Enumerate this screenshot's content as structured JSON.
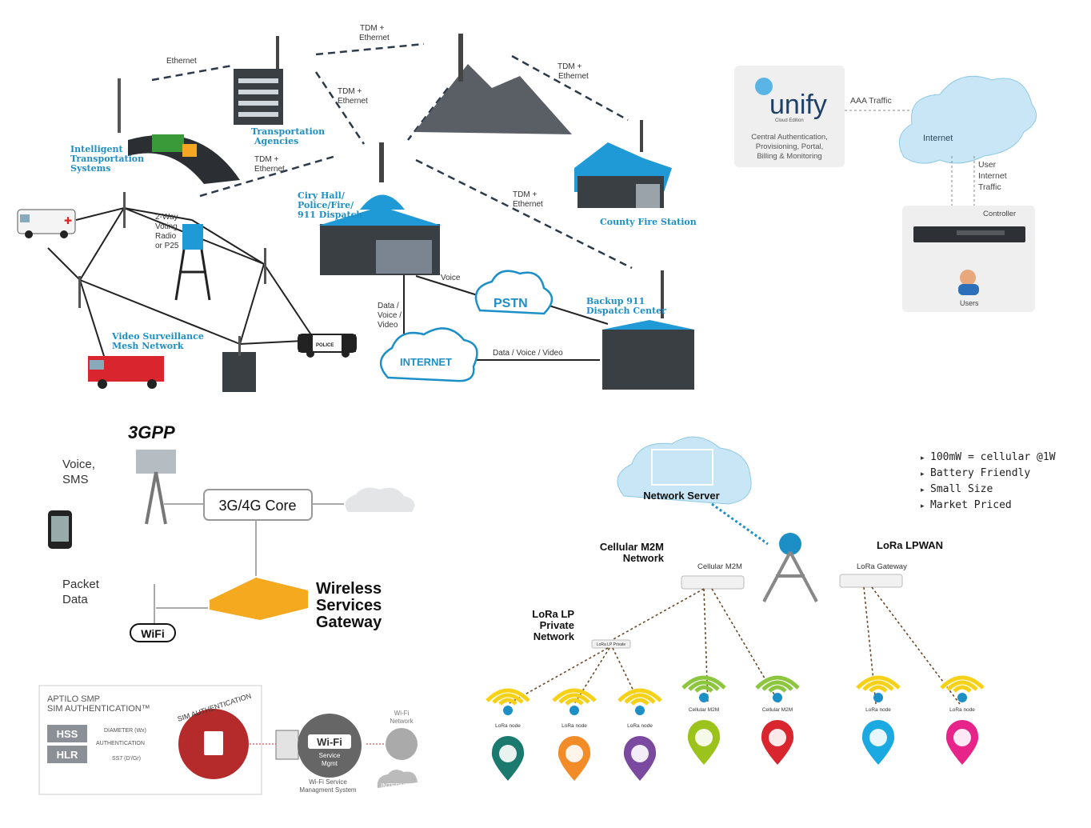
{
  "public_safety": {
    "links": {
      "ethernet": "Ethernet",
      "tdm_eth_top_1": "TDM +",
      "tdm_eth_top_2": "Ethernet",
      "tdm_eth_right_1": "TDM +",
      "tdm_eth_right_2": "Ethernet",
      "tdm_eth_mid_1": "TDM +",
      "tdm_eth_mid_2": "Ethernet",
      "tdm_eth_left_1": "TDM +",
      "tdm_eth_left_2": "Ethernet",
      "tdm_eth_low_1": "TDM +",
      "tdm_eth_low_2": "Ethernet",
      "voice": "Voice",
      "dvv_1": "Data /",
      "dvv_2": "Voice /",
      "dvv_3": "Video",
      "dvv_line": "Data / Voice / Video"
    },
    "nodes": {
      "its_1": "Intelligent",
      "its_2": "Transportation",
      "its_3": "Systems",
      "transport_1": "Transportation",
      "transport_2": "Agencies",
      "cityhall_1": "Ciry Hall/",
      "cityhall_2": "Police/Fire/",
      "cityhall_3": "911 Dispatch",
      "fire_station": "County Fire Station",
      "backup_1": "Backup 911",
      "backup_2": "Dispatch Center",
      "radio_1": "2-Way",
      "radio_2": "Voting",
      "radio_3": "Radio",
      "radio_4": "or P25",
      "video_1": "Video Surveillance",
      "video_2": "Mesh Network",
      "pstn": "PSTN",
      "internet": "INTERNET",
      "police": "POLICE"
    }
  },
  "unify": {
    "logo": "unify",
    "edition": "Cloud Edition",
    "desc_1": "Central Authentication,",
    "desc_2": "Provisioning, Portal,",
    "desc_3": "Billing & Monitoring",
    "aaa": "AAA Traffic",
    "internet": "Internet",
    "user_1": "User",
    "user_2": "Internet",
    "user_3": "Traffic",
    "controller": "Controller",
    "users": "Users"
  },
  "wsg": {
    "logo_3gpp": "3GPP",
    "voice_1": "Voice,",
    "voice_2": "SMS",
    "packet_1": "Packet",
    "packet_2": "Data",
    "core": "3G/4G Core",
    "gateway_1": "Wireless",
    "gateway_2": "Services",
    "gateway_3": "Gateway",
    "wifi": "WiFi"
  },
  "aptilo": {
    "title_1": "APTILO SMP",
    "title_2": "SIM AUTHENTICATION™",
    "hss": "HSS",
    "hlr": "HLR",
    "diameter": "DIAMETER (Wx)",
    "authentication": "AUTHENTICATION",
    "ss7": "SS7 (D'/Gr)",
    "sim_auth": "SIM AUTHENTICATION",
    "wifi_badge": "Wi-Fi",
    "service_1": "Service",
    "service_2": "Mgmt",
    "wifi_network_1": "Wi-Fi",
    "wifi_network_2": "Network",
    "mgmt_1": "Wi-Fi Service",
    "mgmt_2": "Managment System",
    "internet": "INTERNET"
  },
  "lora": {
    "bullets": [
      "100mW = cellular @1W",
      "Battery Friendly",
      "Small Size",
      "Market Priced"
    ],
    "network_server": "Network Server",
    "cellular_m2m_1": "Cellular M2M",
    "cellular_m2m_2": "Network",
    "cellular_m2m_dev": "Cellular M2M",
    "lora_lpwan": "LoRa LPWAN",
    "lora_gateway": "LoRa Gateway",
    "lp_private_1": "LoRa LP",
    "lp_private_2": "Private",
    "lp_private_3": "Network",
    "lp_private_dev": "LoRa LP Private",
    "node_labels": [
      "LoRa node",
      "LoRa node",
      "LoRa node",
      "Cellular M2M",
      "Cellular M2M",
      "LoRa node",
      "LoRa node"
    ],
    "pin_colors": [
      "#1b7a6e",
      "#f28c28",
      "#7b4aa0",
      "#9bc31c",
      "#d9262e",
      "#1ba9e1",
      "#e6248a"
    ]
  }
}
